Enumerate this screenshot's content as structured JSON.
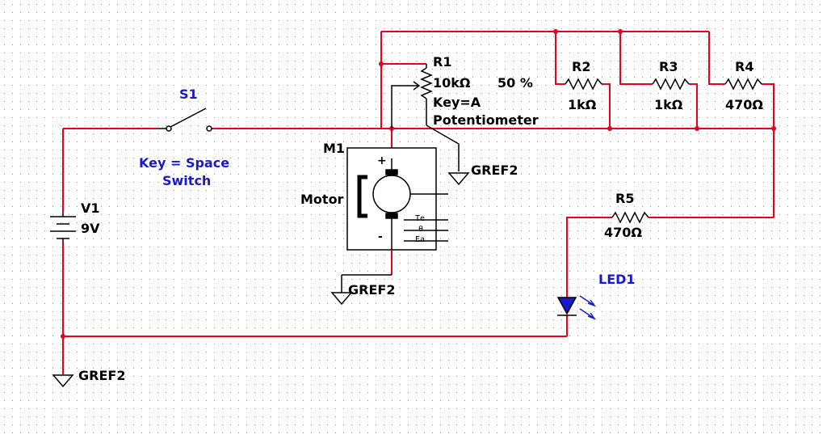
{
  "colors": {
    "wire": "#e8001c",
    "component": "#000000",
    "blue_label": "#1a1acc",
    "grid_dot": "#9a9a9a",
    "led_fill": "#1a1acc"
  },
  "switch_s1": {
    "ref": "S1",
    "key_line1": "Key = Space",
    "key_line2": "Switch"
  },
  "battery_v1": {
    "ref": "V1",
    "value": "9V"
  },
  "potentiometer_r1": {
    "ref": "R1",
    "value": "10kΩ",
    "percent": "50 %",
    "key": "Key=A",
    "type": "Potentiometer"
  },
  "resistor_r2": {
    "ref": "R2",
    "value": "1kΩ"
  },
  "resistor_r3": {
    "ref": "R3",
    "value": "1kΩ"
  },
  "resistor_r4": {
    "ref": "R4",
    "value": "470Ω"
  },
  "resistor_r5": {
    "ref": "R5",
    "value": "470Ω"
  },
  "motor_m1": {
    "ref": "M1",
    "name": "Motor",
    "plus": "+",
    "minus": "-",
    "pin_te": "Te",
    "pin_theta": "θ",
    "pin_ea": "Ea"
  },
  "led1": {
    "ref": "LED1"
  },
  "grounds": {
    "pot": "GREF2",
    "motor": "GREF2",
    "battery": "GREF2"
  }
}
